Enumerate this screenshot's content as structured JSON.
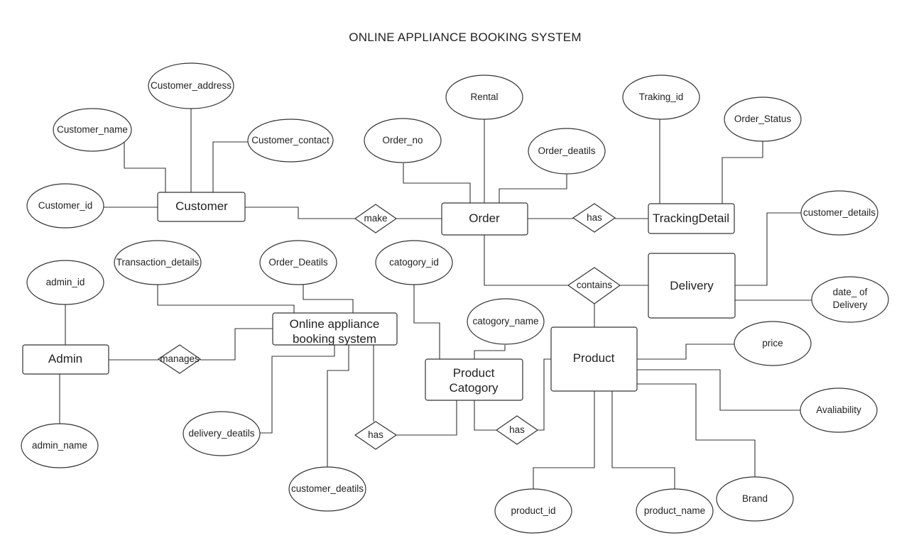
{
  "title": "ONLINE APPLIANCE BOOKING SYSTEM",
  "entities": {
    "customer": "Customer",
    "order": "Order",
    "tracking": "TrackingDetail",
    "delivery": "Delivery",
    "admin": "Admin",
    "system_line1": "Online appliance",
    "system_line2": "booking system",
    "category_line1": "Product",
    "category_line2": "Catogory",
    "product": "Product"
  },
  "relationships": {
    "make": "make",
    "has_tracking": "has",
    "contains": "contains",
    "manages": "manages",
    "has_category": "has",
    "has_product": "has"
  },
  "attributes": {
    "customer_address": "Customer_address",
    "customer_name": "Customer_name",
    "customer_contact": "Customer_contact",
    "customer_id": "Customer_id",
    "rental": "Rental",
    "order_no": "Order_no",
    "order_deatils": "Order_deatils",
    "traking_id": "Traking_id",
    "order_status": "Order_Status",
    "customer_details": "customer_details",
    "date_of_delivery_line1": "date_ of",
    "date_of_delivery_line2": "Delivery",
    "admin_id": "admin_id",
    "admin_name": "admin_name",
    "transaction_details": "Transaction_details",
    "order_deatils_sys": "Order_Deatils",
    "delivery_deatils": "delivery_deatils",
    "customer_deatils": "customer_deatils",
    "catogory_id": "catogory_id",
    "catogory_name": "catogory_name",
    "price": "price",
    "avaliability": "Avaliability",
    "brand": "Brand",
    "product_id": "product_id",
    "product_name": "product_name"
  }
}
